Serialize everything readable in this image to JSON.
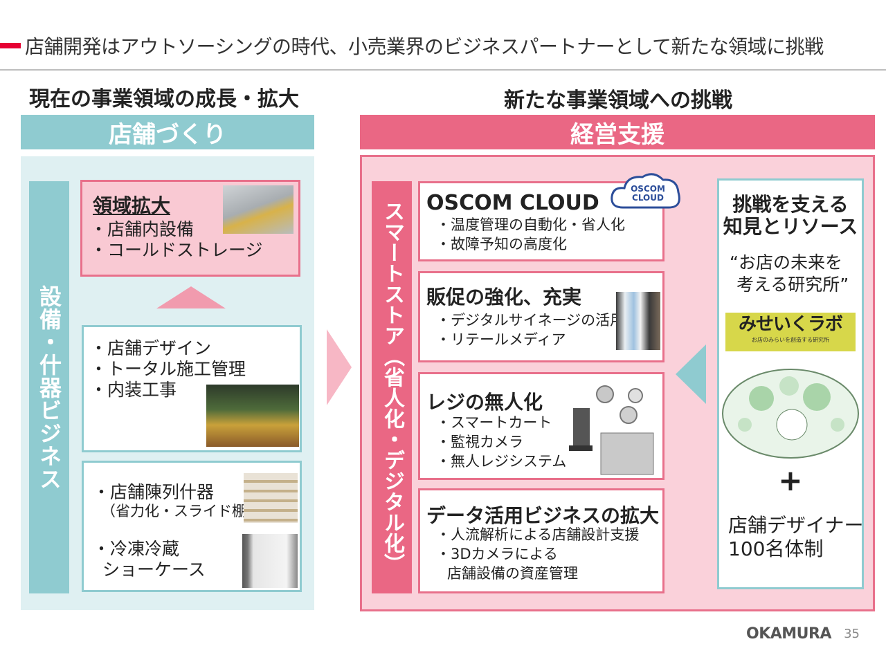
{
  "header": {
    "title": "店舗開発はアウトソーシングの時代、小売業界のビジネスパートナーとして新たな領域に挑戦"
  },
  "left": {
    "section_title": "現在の事業領域の成長・拡大",
    "band_label": "店舗づくり",
    "vertical_label": "設備・什器ビジネス",
    "expansion": {
      "heading": "領域拡大",
      "items": [
        "・店舗内設備",
        "・コールドストレージ"
      ]
    },
    "design": {
      "items": [
        "・店舗デザイン",
        "・トータル施工管理",
        "・内装工事"
      ]
    },
    "fixtures": {
      "line1": "・店舗陳列什器",
      "line2": "（省力化・スライド棚）",
      "line3": "・冷凍冷蔵",
      "line4": "ショーケース"
    }
  },
  "right": {
    "section_title": "新たな事業領域への挑戦",
    "band_label": "経営支援",
    "vertical_label": "スマートストア（省人化・デジタル化）",
    "cards": [
      {
        "heading": "OSCOM CLOUD",
        "items": [
          "・温度管理の自動化・省人化",
          "・故障予知の高度化"
        ],
        "badge_line1": "OSCOM",
        "badge_line2": "CLOUD"
      },
      {
        "heading": "販促の強化、充実",
        "items": [
          "・デジタルサイネージの活用",
          "・リテールメディア"
        ]
      },
      {
        "heading": "レジの無人化",
        "items": [
          "・スマートカート",
          "・監視カメラ",
          "・無人レジシステム"
        ]
      },
      {
        "heading": "データ活用ビジネスの拡大",
        "items": [
          "・人流解析による店舗設計支援",
          "・3Dカメラによる",
          "店舗設備の資産管理"
        ]
      }
    ],
    "resources": {
      "heading_line1": "挑戦を支える",
      "heading_line2": "知見とリソース",
      "quote_line1": "“お店の未来を",
      "quote_line2": "考える研究所”",
      "lab_logo": "みせいくラボ",
      "lab_sub": "お店のみらいを創造する研究所",
      "plus": "+",
      "team_line1": "店舗デザイナー",
      "team_line2": "100名体制"
    }
  },
  "footer": {
    "logo": "OKAMURA",
    "page": "35"
  },
  "colors": {
    "accent_red": "#e60033",
    "teal": "#8fcbd0",
    "pink": "#e8708b"
  }
}
